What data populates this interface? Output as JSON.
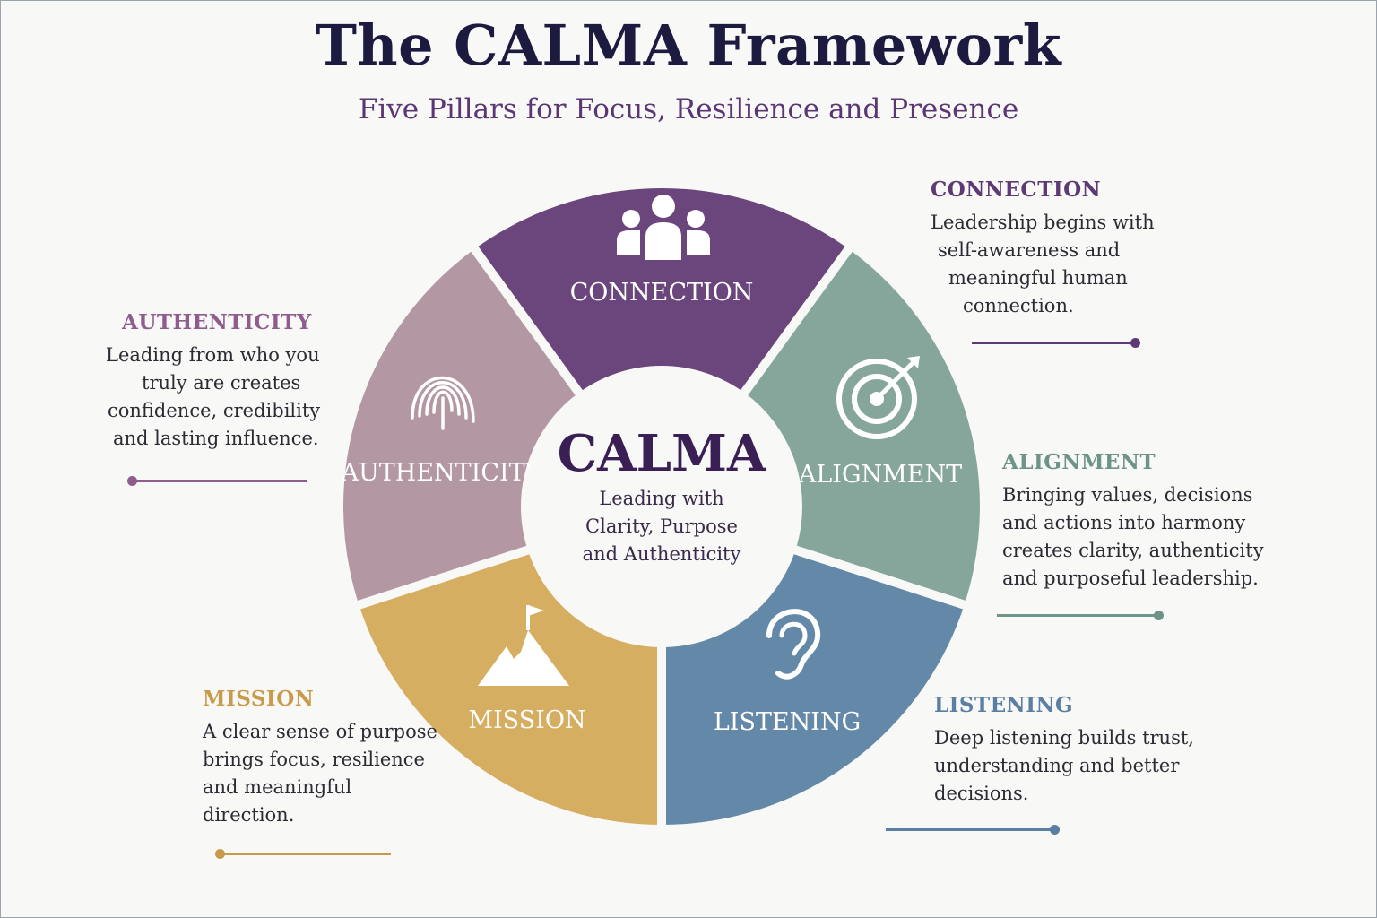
{
  "header": {
    "title": "The CALMA Framework",
    "subtitle": "Five Pillars for Focus, Resilience and Presence"
  },
  "hub": {
    "title": "CALMA",
    "lines": [
      "Leading with",
      "Clarity, Purpose",
      "and Authenticity"
    ]
  },
  "pillars": [
    {
      "key": "connection",
      "label": "CONNECTION",
      "icon": "people-group-icon",
      "color": "#6a467c",
      "heading_color": "#5e3a74",
      "description": [
        "Leadership begins with",
        "self-awareness and",
        "meaningful human",
        "connection."
      ]
    },
    {
      "key": "alignment",
      "label": "ALIGNMENT",
      "icon": "target-icon",
      "color": "#86a69c",
      "heading_color": "#6e9388",
      "description": [
        "Bringing values, decisions",
        "and actions into harmony",
        "creates clarity, authenticity",
        "and purposeful leadership."
      ]
    },
    {
      "key": "listening",
      "label": "LISTENING",
      "icon": "ear-icon",
      "color": "#6488a8",
      "heading_color": "#5a7fa3",
      "description": [
        "Deep listening builds trust,",
        "understanding and better",
        "decisions."
      ]
    },
    {
      "key": "mission",
      "label": "MISSION",
      "icon": "mountain-flag-icon",
      "color": "#d6ae62",
      "heading_color": "#c99a4a",
      "description": [
        "A clear sense of purpose",
        "brings focus, resilience",
        "and meaningful",
        "direction."
      ]
    },
    {
      "key": "authenticity",
      "label": "AUTHENTICITY",
      "icon": "fingerprint-icon",
      "color": "#b397a2",
      "heading_color": "#8e5d8e",
      "description": [
        "Leading from who you",
        "truly are creates",
        "confidence, credibility",
        "and lasting influence."
      ]
    }
  ]
}
